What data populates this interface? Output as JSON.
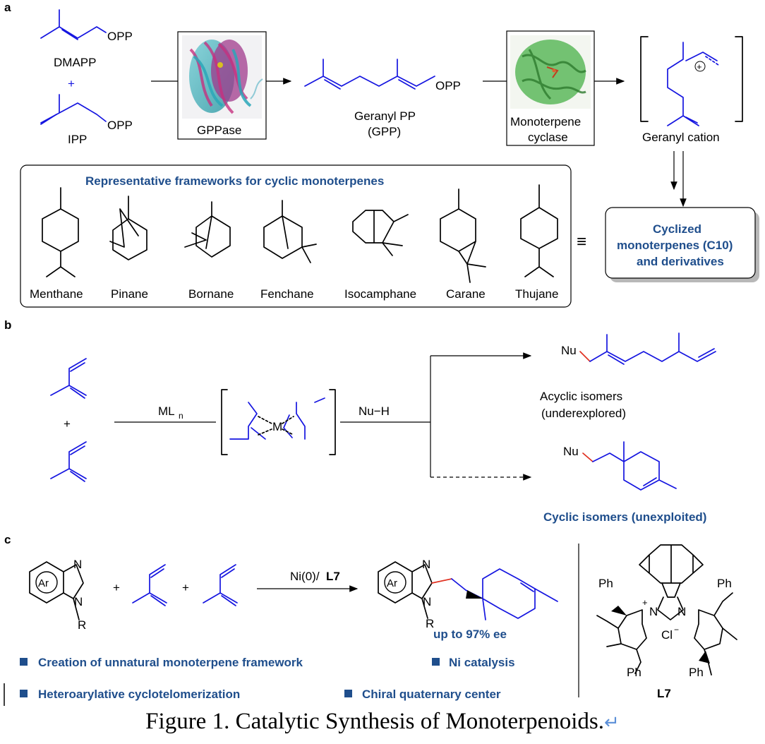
{
  "panel_a": {
    "letter": "a",
    "dmapp_opp": "OPP",
    "dmapp_label": "DMAPP",
    "plus": "+",
    "ipp_opp": "OPP",
    "ipp_label": "IPP",
    "enzyme1": "GPPase",
    "gpp_opp": "OPP",
    "gpp_label_1": "Geranyl PP",
    "gpp_label_2": "(GPP)",
    "enzyme2_line1": "Monoterpene",
    "enzyme2_line2": "cyclase",
    "cation_label": "Geranyl cation",
    "cation_charge": "+",
    "frameworks_title": "Representative frameworks for cyclic monoterpenes",
    "frameworks": [
      "Menthane",
      "Pinane",
      "Bornane",
      "Fenchane",
      "Isocamphane",
      "Carane",
      "Thujane"
    ],
    "equiv": "≡",
    "cyclized_line1": "Cyclized",
    "cyclized_line2": "monoterpenes  (C10)",
    "cyclized_line3": "and derivatives"
  },
  "panel_b": {
    "letter": "b",
    "plus": "+",
    "catalyst": "ML",
    "catalyst_sub": "n",
    "metal": "M",
    "nucleophile": "Nu−H",
    "nu": "Nu",
    "acyclic_1": "Acyclic isomers",
    "acyclic_2": "(underexplored)",
    "cyclic": "Cyclic isomers (unexploited)"
  },
  "panel_c": {
    "letter": "c",
    "ar": "Ar",
    "n_top": "N",
    "n_bottom": "N",
    "r": "R",
    "plus": "+",
    "conditions_metal": "Ni(0)/",
    "conditions_ligand": "L7",
    "ee": "up to 97% ee",
    "bullets": [
      "Creation of unnatural monoterpene framework",
      "Ni catalysis",
      "Heteroarylative cyclotelomerization",
      "Chiral quaternary center"
    ],
    "ligand_ph": "Ph",
    "ligand_n": "N",
    "ligand_charge": "+",
    "ligand_cl": "Cl",
    "ligand_cl_charge": "−",
    "ligand_label": "L7"
  },
  "caption": {
    "text": "Figure 1. Catalytic Synthesis of Monoterpenoids.",
    "mark": "↵"
  }
}
